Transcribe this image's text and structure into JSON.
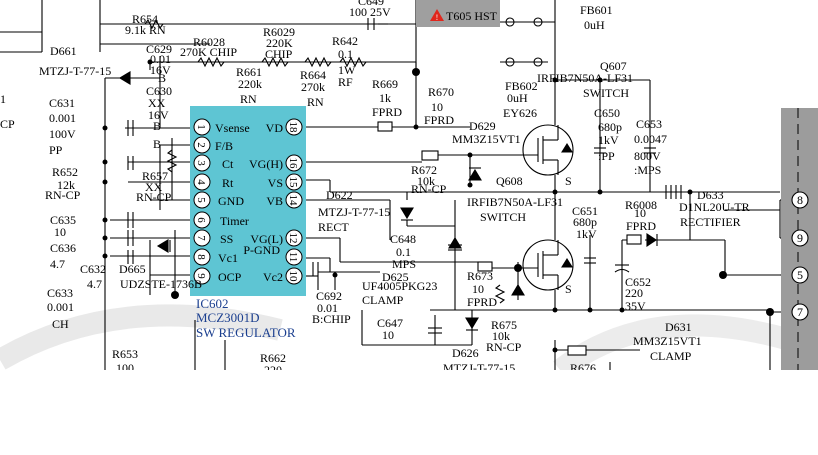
{
  "colors": {
    "ic_fill": "#5ec5d3",
    "ic_text": "#1b3f8f",
    "hst_fill": "#9f9f9f",
    "warning": "#e0261c",
    "connector_strip": "#9c9c9c",
    "wire": "#000000"
  },
  "labels": {
    "c649": "C649",
    "c649_val": "100 25V",
    "t605": "T605 HST",
    "fb601": "FB601",
    "fb601_val": "0uH",
    "r654": "R654",
    "r654_val": "9.1k RN",
    "d661": "D661",
    "d661_part": "MTZJ-T-77-15",
    "c629": "C629",
    "c629_val1": "0.01",
    "c629_val2": "16V",
    "c629_b": "B",
    "r6028": "R6028",
    "r6028_val": "270K CHIP",
    "r6029": "R6029",
    "r6029_val1": "220K",
    "r6029_val2": "CHIP",
    "r642": "R642",
    "r642_val1": "0.1",
    "r642_val2": "1W",
    "r642_val3": "RF",
    "r661": "R661",
    "r661_val1": "220k",
    "r661_val2": "RN",
    "r664": "R664",
    "r664_val1": "270k",
    "r664_val2": "RN",
    "r669": "R669",
    "r669_val1": "1k",
    "r669_val2": "FPRD",
    "r670": "R670",
    "r670_val1": "10",
    "r670_val2": "FPRD",
    "fb602": "FB602",
    "fb602_val1": "0uH",
    "fb602_val2": "EY626",
    "q607": "Q607",
    "q607_part": "IRFIB7N50A-LF31",
    "q607_role": "SWITCH",
    "left_1": "1",
    "left_cp": "CP",
    "c631": "C631",
    "c631_val1": "0.001",
    "c631_val2": "100V",
    "c631_val3": "PP",
    "c630": "C630",
    "c630_val1": "XX",
    "c630_val2": "16V",
    "c630_b1": "B",
    "c630_b2": "B",
    "d629": "D629",
    "d629_part": "MM3Z15VT1",
    "c650": "C650",
    "c650_val1": "680p",
    "c650_val2": "1kV",
    "c650_val3": ":PP",
    "c653": "C653",
    "c653_val1": "0.0047",
    "c653_val2": "800V",
    "c653_val3": ":MPS",
    "r652": "R652",
    "r652_val1": "12k",
    "r652_val2": "RN-CP",
    "r657": "R657",
    "r657_val1": "XX",
    "r657_val2": "RN-CP",
    "r672": "R672",
    "r672_val1": "10k",
    "r672_val2": "RN-CP",
    "q608": "Q608",
    "d622": "D622",
    "d622_part": "MTZJ-T-77-15",
    "d622_role": "RECT",
    "q608_part": "IRFIB7N50A-LF31",
    "q608_role": "SWITCH",
    "d633": "D633",
    "d633_part": "D1NL20U-TR",
    "d633_role": "RECTIFIER",
    "r6008": "R6008",
    "r6008_val1": "10",
    "r6008_val2": "FPRD",
    "c651": "C651",
    "c651_val1": "680p",
    "c651_val2": "1kV",
    "c635": "C635",
    "c635_val": "10",
    "c636": "C636",
    "c636_val": "4.7",
    "c632": "C632",
    "c632_val": "4.7",
    "d665": "D665",
    "d665_part": "UDZSTE-1736B",
    "c648": "C648",
    "c648_val1": "0.1",
    "c648_val2": "MPS",
    "d625": "D625",
    "d625_part": "UF4005PKG23",
    "d625_role": "CLAMP",
    "r673": "R673",
    "r673_val1": "10",
    "r673_val2": "FPRD",
    "c652": "C652",
    "c652_val1": "220",
    "c652_val2": "35V",
    "c633": "C633",
    "c633_val1": "0.001",
    "c633_val2": "CH",
    "c692": "C692",
    "c692_val1": "0.01",
    "c692_val2": "B:CHIP",
    "c647": "C647",
    "c647_val": "10",
    "r675": "R675",
    "r675_val1": "10k",
    "r675_val2": "RN-CP",
    "d631": "D631",
    "d631_part": "MM3Z15VT1",
    "d631_role": "CLAMP",
    "d626": "D626",
    "d626_part": "MTZJ-T-77-15",
    "r653": "R653",
    "r653_val": "100",
    "r662": "R662",
    "r662_val": "220",
    "r676": "R676",
    "s_top": "S",
    "s_bot": "S"
  },
  "ic": {
    "ref": "IC602",
    "part": "MCZ3001D",
    "role": "SW REGULATOR",
    "pins": [
      {
        "num": "1",
        "name": "Vsense"
      },
      {
        "num": "2",
        "name": "F/B"
      },
      {
        "num": "3",
        "name": "Ct"
      },
      {
        "num": "4",
        "name": "Rt"
      },
      {
        "num": "5",
        "name": "GND"
      },
      {
        "num": "6",
        "name": "Timer"
      },
      {
        "num": "7",
        "name": "SS"
      },
      {
        "num": "8",
        "name": "Vc1"
      },
      {
        "num": "9",
        "name": "OCP"
      },
      {
        "num": "18",
        "name": "VD"
      },
      {
        "num": "16",
        "name": "VG(H)"
      },
      {
        "num": "15",
        "name": "VS"
      },
      {
        "num": "14",
        "name": "VB"
      },
      {
        "num": "12",
        "name": "VG(L)"
      },
      {
        "num": "11",
        "name": "P-GND"
      },
      {
        "num": "10",
        "name": "Vc2"
      }
    ]
  },
  "connectors": [
    "8",
    "9",
    "5",
    "7"
  ]
}
